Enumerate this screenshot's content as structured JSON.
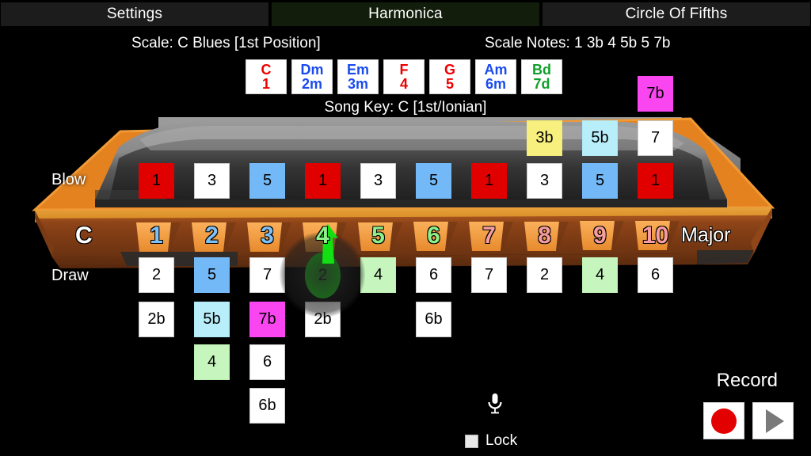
{
  "tabs": [
    {
      "label": "Settings",
      "active": false
    },
    {
      "label": "Harmonica",
      "active": true
    },
    {
      "label": "Circle Of Fifths",
      "active": false
    }
  ],
  "info": {
    "scale": "Scale: C Blues [1st Position]",
    "scale_notes": "Scale Notes: 1 3b 4 5b 5 7b",
    "song_key": "Song Key: C [1st/Ionian]"
  },
  "chords": [
    {
      "name": "C",
      "degree": "1",
      "color": "red"
    },
    {
      "name": "Dm",
      "degree": "2m",
      "color": "blue"
    },
    {
      "name": "Em",
      "degree": "3m",
      "color": "blue"
    },
    {
      "name": "F",
      "degree": "4",
      "color": "red"
    },
    {
      "name": "G",
      "degree": "5",
      "color": "red"
    },
    {
      "name": "Am",
      "degree": "6m",
      "color": "blue"
    },
    {
      "name": "Bd",
      "degree": "7d",
      "color": "green"
    }
  ],
  "harmonica": {
    "key_label": "C",
    "mode_label": "Major",
    "blow_label": "Blow",
    "draw_label": "Draw",
    "holes": [
      {
        "num": "1",
        "color": "blue"
      },
      {
        "num": "2",
        "color": "blue"
      },
      {
        "num": "3",
        "color": "blue"
      },
      {
        "num": "4",
        "color": "green"
      },
      {
        "num": "5",
        "color": "green"
      },
      {
        "num": "6",
        "color": "green"
      },
      {
        "num": "7",
        "color": "pink"
      },
      {
        "num": "8",
        "color": "pink"
      },
      {
        "num": "9",
        "color": "pink"
      },
      {
        "num": "10",
        "color": "pink"
      }
    ],
    "overblow_row": [
      null,
      null,
      null,
      null,
      null,
      null,
      null,
      null,
      null,
      {
        "label": "7b",
        "color": "magenta"
      }
    ],
    "blowbend_row": [
      null,
      null,
      null,
      null,
      null,
      null,
      null,
      {
        "label": "3b",
        "color": "yellow"
      },
      {
        "label": "5b",
        "color": "cyan"
      },
      {
        "label": "7",
        "color": "white"
      }
    ],
    "blow_row": [
      {
        "label": "1",
        "color": "red"
      },
      {
        "label": "3",
        "color": "white"
      },
      {
        "label": "5",
        "color": "blue"
      },
      {
        "label": "1",
        "color": "red"
      },
      {
        "label": "3",
        "color": "white"
      },
      {
        "label": "5",
        "color": "blue"
      },
      {
        "label": "1",
        "color": "red"
      },
      {
        "label": "3",
        "color": "white"
      },
      {
        "label": "5",
        "color": "blue"
      },
      {
        "label": "1",
        "color": "red"
      }
    ],
    "draw_row": [
      {
        "label": "2",
        "color": "white"
      },
      {
        "label": "5",
        "color": "blue"
      },
      {
        "label": "7",
        "color": "white"
      },
      {
        "label": "2",
        "color": "active"
      },
      {
        "label": "4",
        "color": "lgreen"
      },
      {
        "label": "6",
        "color": "white"
      },
      {
        "label": "7",
        "color": "white"
      },
      {
        "label": "2",
        "color": "white"
      },
      {
        "label": "4",
        "color": "lgreen"
      },
      {
        "label": "6",
        "color": "white"
      }
    ],
    "bend1_row": [
      {
        "label": "2b",
        "color": "white"
      },
      {
        "label": "5b",
        "color": "cyan"
      },
      {
        "label": "7b",
        "color": "magenta"
      },
      {
        "label": "2b",
        "color": "white"
      },
      null,
      {
        "label": "6b",
        "color": "white"
      },
      null,
      null,
      null,
      null
    ],
    "bend2_row": [
      null,
      {
        "label": "4",
        "color": "lgreen"
      },
      {
        "label": "6",
        "color": "white"
      },
      null,
      null,
      null,
      null,
      null,
      null,
      null
    ],
    "bend3_row": [
      null,
      null,
      {
        "label": "6b",
        "color": "white"
      },
      null,
      null,
      null,
      null,
      null,
      null,
      null
    ],
    "active_hole_index": 3,
    "active_breath": "draw"
  },
  "bottom": {
    "mic_icon": "microphone-icon",
    "lock_label": "Lock",
    "lock_checked": false,
    "record_label": "Record",
    "record_icon": "record-dot-icon",
    "play_icon": "play-triangle-icon"
  },
  "colors": {
    "accent_red": "#e00000",
    "accent_blue": "#74b9f7",
    "accent_green": "#12e012",
    "accent_magenta": "#fa46f0",
    "tab_active_bg": "#131d0c",
    "body_wood": "#b5561e"
  }
}
